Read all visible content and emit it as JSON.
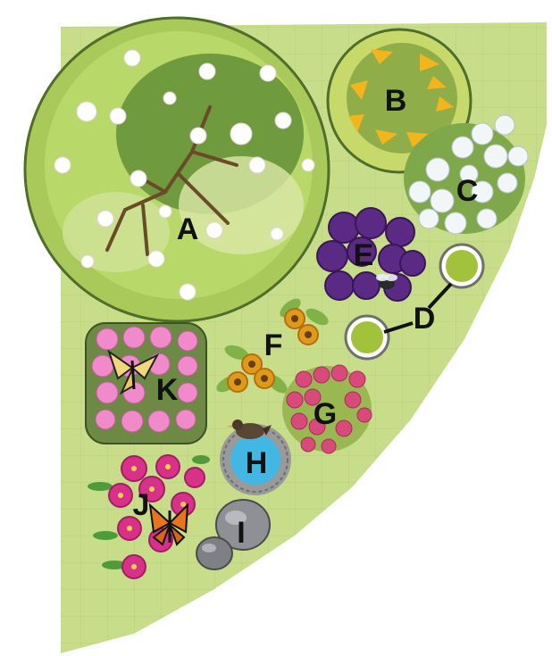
{
  "garden": {
    "colors": {
      "lawn": "#c8dd8a",
      "lawn_grid": "#b9d07a",
      "tree_outer": "#a9c95a",
      "tree_dark": "#6f9a3e",
      "shrub": "#c7d96a",
      "gold": "#f4b41c",
      "white_flowers": "#f2f6f8",
      "purple": "#5b2a85",
      "planter": "#a3c23b",
      "sunflower": "#e09a1a",
      "pink_rose": "#d84a7a",
      "water": "#43b7e3",
      "stone": "#8f9095",
      "pink_phlox": "#f08acb",
      "magenta": "#d9308a",
      "label": "#111111"
    },
    "beds": [
      {
        "id": "A",
        "label": "A",
        "depicts": "flowering tree"
      },
      {
        "id": "B",
        "label": "B",
        "depicts": "shrub with yellow flowers"
      },
      {
        "id": "C",
        "label": "C",
        "depicts": "white flowering shrub"
      },
      {
        "id": "D",
        "label": "D",
        "depicts": "two round planters"
      },
      {
        "id": "E",
        "label": "E",
        "depicts": "purple flowers"
      },
      {
        "id": "F",
        "label": "F",
        "depicts": "sunflowers"
      },
      {
        "id": "G",
        "label": "G",
        "depicts": "pink flowers"
      },
      {
        "id": "H",
        "label": "H",
        "depicts": "bird bath"
      },
      {
        "id": "I",
        "label": "I",
        "depicts": "rocks"
      },
      {
        "id": "J",
        "label": "J",
        "depicts": "magenta flowers"
      },
      {
        "id": "K",
        "label": "K",
        "depicts": "pink flower bed"
      }
    ],
    "wildlife": [
      "swallowtail-butterfly",
      "monarch-butterfly",
      "bird",
      "bee"
    ]
  }
}
